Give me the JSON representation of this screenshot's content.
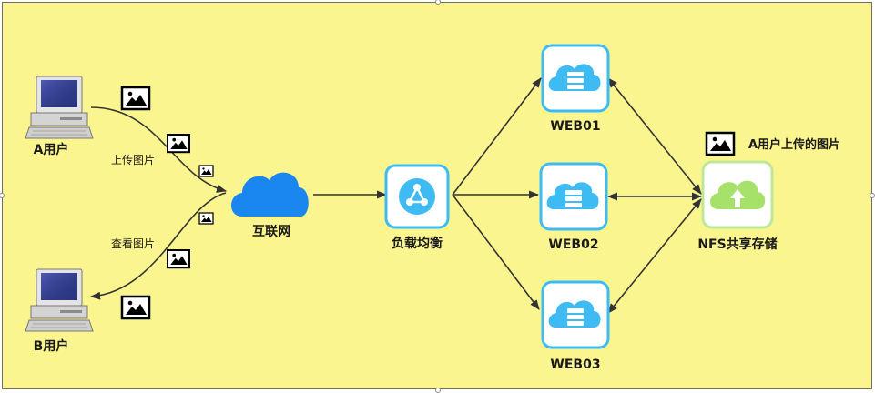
{
  "nodes": {
    "user_a": "A用户",
    "user_b": "B用户",
    "internet": "互联网",
    "load_balancer": "负载均衡",
    "web01": "WEB01",
    "web02": "WEB02",
    "web03": "WEB03",
    "nfs": "NFS共享存储"
  },
  "edges": {
    "upload": "上传图片",
    "view": "查看图片"
  },
  "annotations": {
    "nfs_note": "A用户上传的图片"
  },
  "colors": {
    "background": "#fbf58f",
    "cloud_blue": "#1a86f0",
    "web_icon_blue": "#3ebbf3",
    "nfs_green": "#a6e26a",
    "arrow": "#333333"
  }
}
